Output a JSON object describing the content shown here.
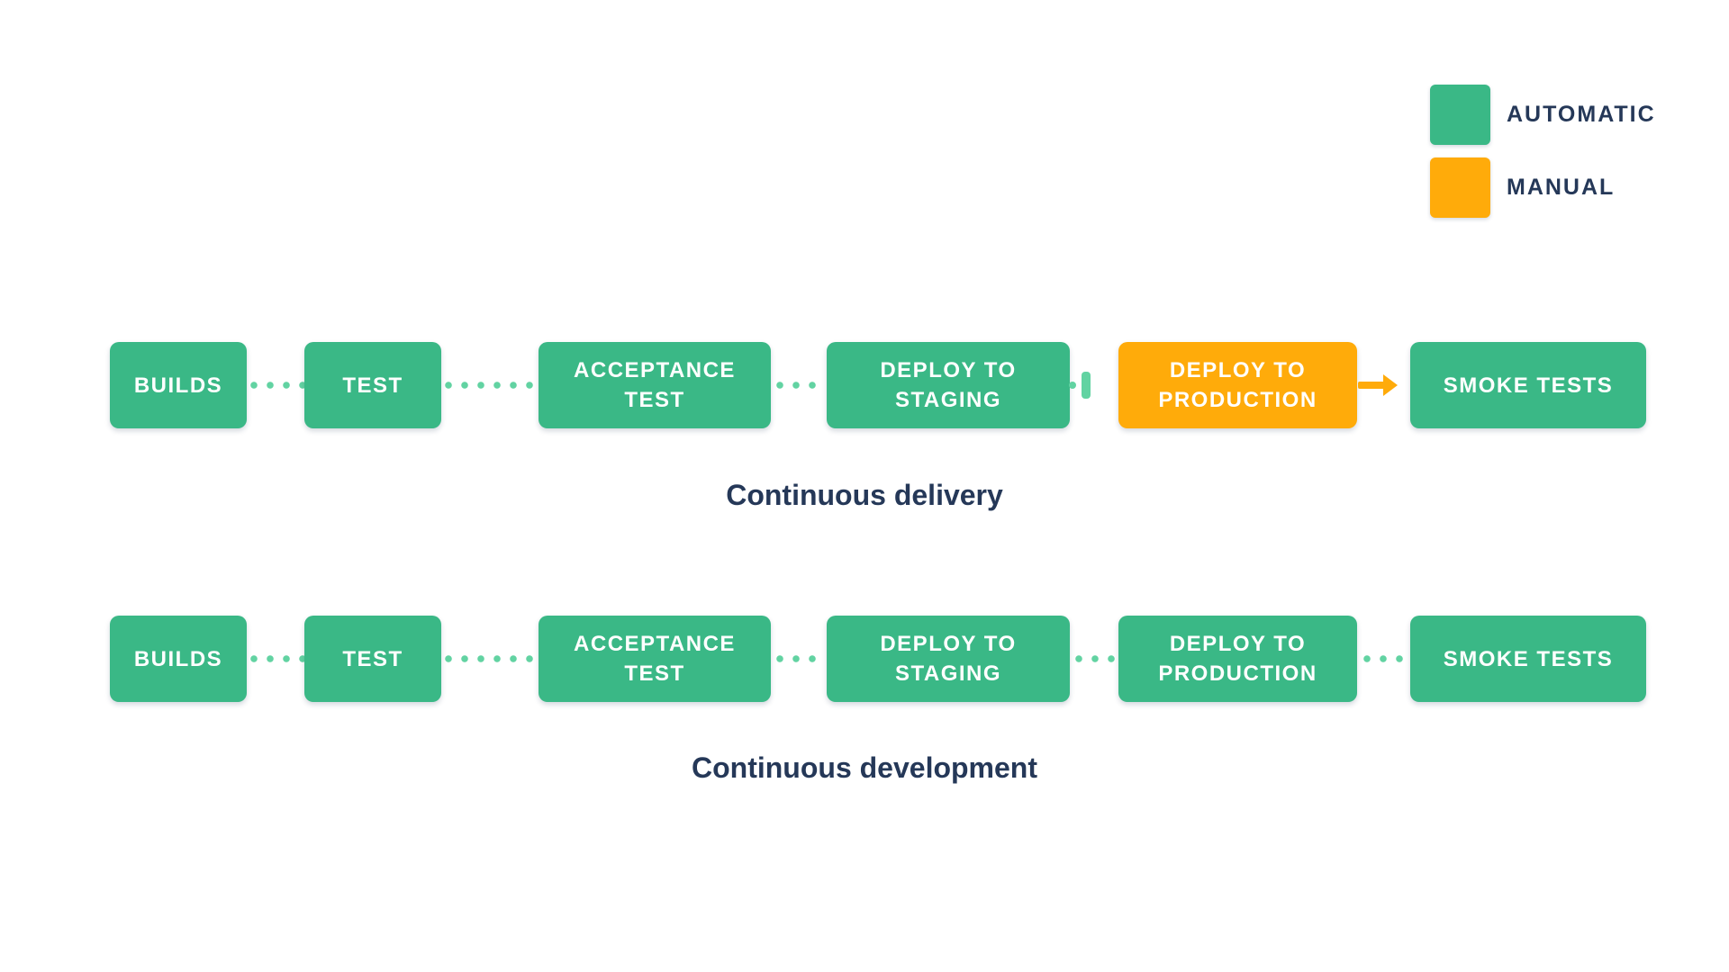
{
  "legend": {
    "items": [
      {
        "label": "AUTOMATIC",
        "type": "automatic"
      },
      {
        "label": "MANUAL",
        "type": "manual"
      }
    ]
  },
  "pipelines": [
    {
      "title": "Continuous delivery",
      "steps": [
        {
          "label": "BUILDS",
          "type": "automatic"
        },
        {
          "label": "TEST",
          "type": "automatic"
        },
        {
          "label": "ACCEPTANCE TEST",
          "type": "automatic"
        },
        {
          "label": "DEPLOY TO STAGING",
          "type": "automatic"
        },
        {
          "label": "DEPLOY TO PRODUCTION",
          "type": "manual"
        },
        {
          "label": "SMOKE TESTS",
          "type": "automatic"
        }
      ],
      "connectors": [
        "dotted",
        "dotted",
        "dotted",
        "manual-gate",
        "manual-arrow"
      ]
    },
    {
      "title": "Continuous development",
      "steps": [
        {
          "label": "BUILDS",
          "type": "automatic"
        },
        {
          "label": "TEST",
          "type": "automatic"
        },
        {
          "label": "ACCEPTANCE TEST",
          "type": "automatic"
        },
        {
          "label": "DEPLOY TO STAGING",
          "type": "automatic"
        },
        {
          "label": "DEPLOY TO PRODUCTION",
          "type": "automatic"
        },
        {
          "label": "SMOKE TESTS",
          "type": "automatic"
        }
      ],
      "connectors": [
        "dotted",
        "dotted",
        "dotted",
        "dotted",
        "dotted"
      ]
    }
  ],
  "colors": {
    "automatic": "#3ab886",
    "manual": "#ffab0a",
    "dot": "#62d3a2",
    "navy": "#253858",
    "background": "#ffffff",
    "step_text": "#ffffff"
  }
}
